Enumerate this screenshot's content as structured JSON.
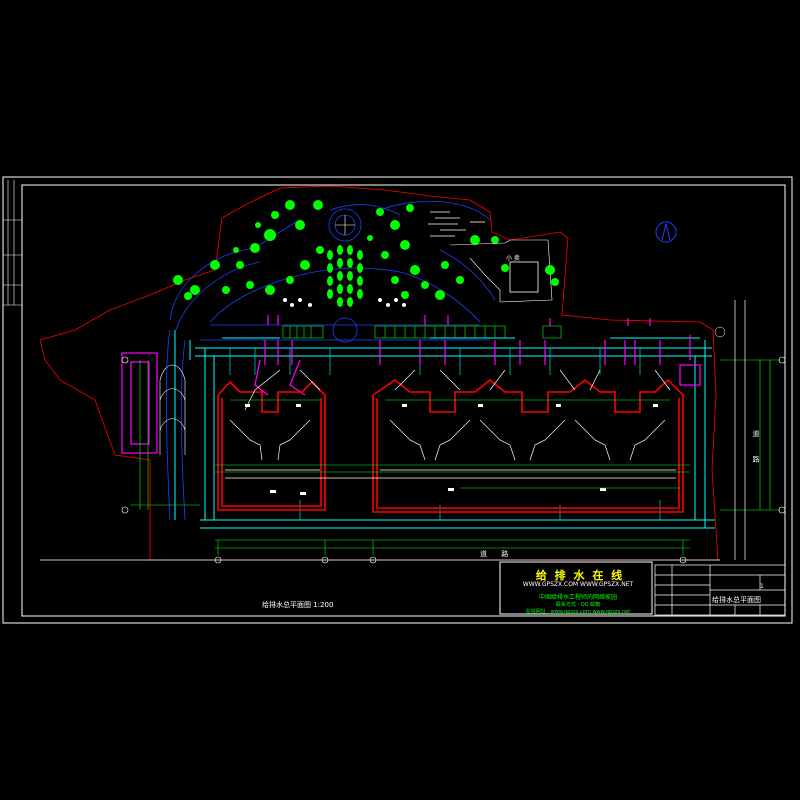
{
  "stamp": {
    "title": "给 排 水 在 线",
    "url": "WWW.GPSZX.COM   WWW.GPSZX.NET",
    "subtitle": "中国给排水工程师的网络家园",
    "line1": "联系方式 : QQ 邮箱",
    "line2": "在线网址 : www.gpszx.com  www.gpszx.net"
  },
  "sheet_caption": "给排水总平面图   1:200",
  "title_block": {
    "drawing_name": "给排水总平面图",
    "top_right": "1",
    "rows": [
      "",
      "",
      "",
      "",
      ""
    ]
  },
  "road_labels": {
    "bottom": "道 路",
    "right": "道 路"
  },
  "kiosk_label": "小 卖",
  "colors": {
    "background": "#000000",
    "building_outline": "#ff0000",
    "pipe": "#00ffff",
    "dimension": "#00ff00",
    "valve": "#ff00ff",
    "landscape": "#2040ff",
    "tree": "#00ff00",
    "frame": "#ffffff"
  },
  "icons": {
    "north_arrow": "north-arrow-icon",
    "tree": "tree-icon",
    "fountain": "fountain-icon"
  }
}
